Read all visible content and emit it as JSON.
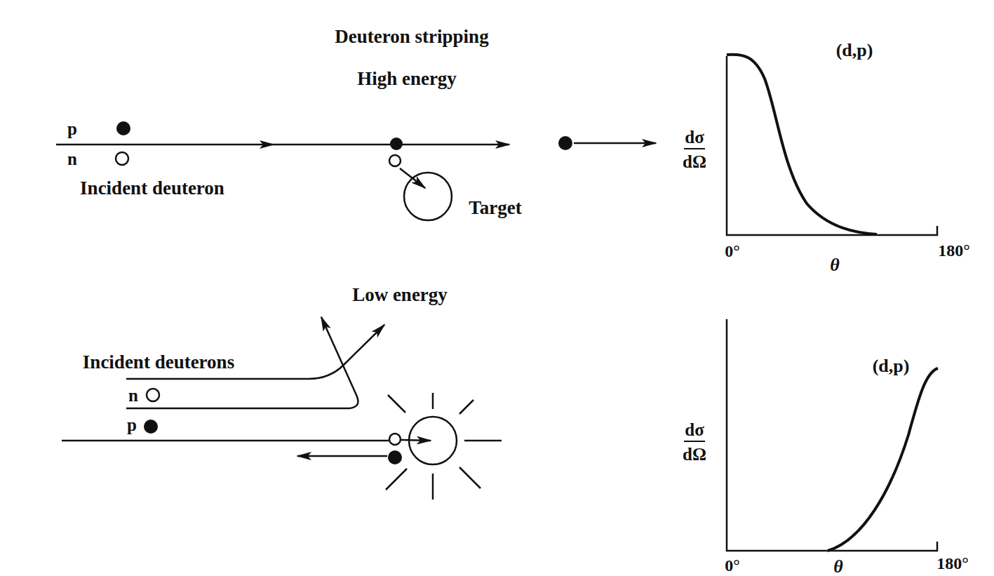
{
  "diagram": {
    "labels": [
      "Deuteron stripping",
      "High energy",
      "p",
      "n",
      "Incident deuteron",
      "Target",
      "(d,p)",
      "dσ",
      "dΩ",
      "0°",
      "θ",
      "180°",
      "Low energy",
      "Incident deuterons",
      "n",
      "p",
      "(d,p)",
      "dσ",
      "dΩ",
      "0°",
      "θ",
      "180°"
    ]
  }
}
